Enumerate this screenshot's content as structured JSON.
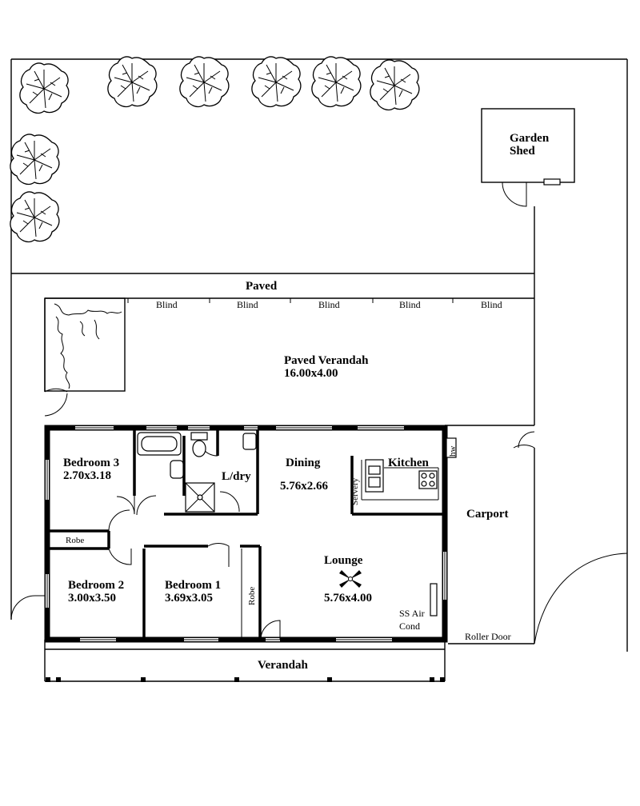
{
  "outdoor": {
    "garden_shed_line1": "Garden",
    "garden_shed_line2": "Shed",
    "paved": "Paved",
    "blinds": [
      "Blind",
      "Blind",
      "Blind",
      "Blind",
      "Blind"
    ],
    "paved_verandah_name": "Paved Verandah",
    "paved_verandah_size": "16.00x4.00",
    "carport": "Carport",
    "roller_door": "Roller Door",
    "verandah": "Verandah"
  },
  "rooms": {
    "bedroom3_name": "Bedroom 3",
    "bedroom3_size": "2.70x3.18",
    "bedroom2_name": "Bedroom 2",
    "bedroom2_size": "3.00x3.50",
    "bedroom1_name": "Bedroom 1",
    "bedroom1_size": "3.69x3.05",
    "laundry": "L/dry",
    "dining_name": "Dining",
    "dining_size": "5.76x2.66",
    "kitchen": "Kitchen",
    "servery": "Servery",
    "lounge_name": "Lounge",
    "lounge_size": "5.76x4.00",
    "robe_bed2": "Robe",
    "robe_bed1": "Robe",
    "hot_water": "hw",
    "air_cond_line1": "SS Air",
    "air_cond_line2": "Cond"
  },
  "icons": [
    "tree-icon",
    "bath-icon",
    "toilet-icon",
    "basin-icon",
    "shower-icon",
    "washtub-icon",
    "sink-icon",
    "cooktop-icon",
    "ceiling-fan-icon",
    "door-swing-icon"
  ]
}
